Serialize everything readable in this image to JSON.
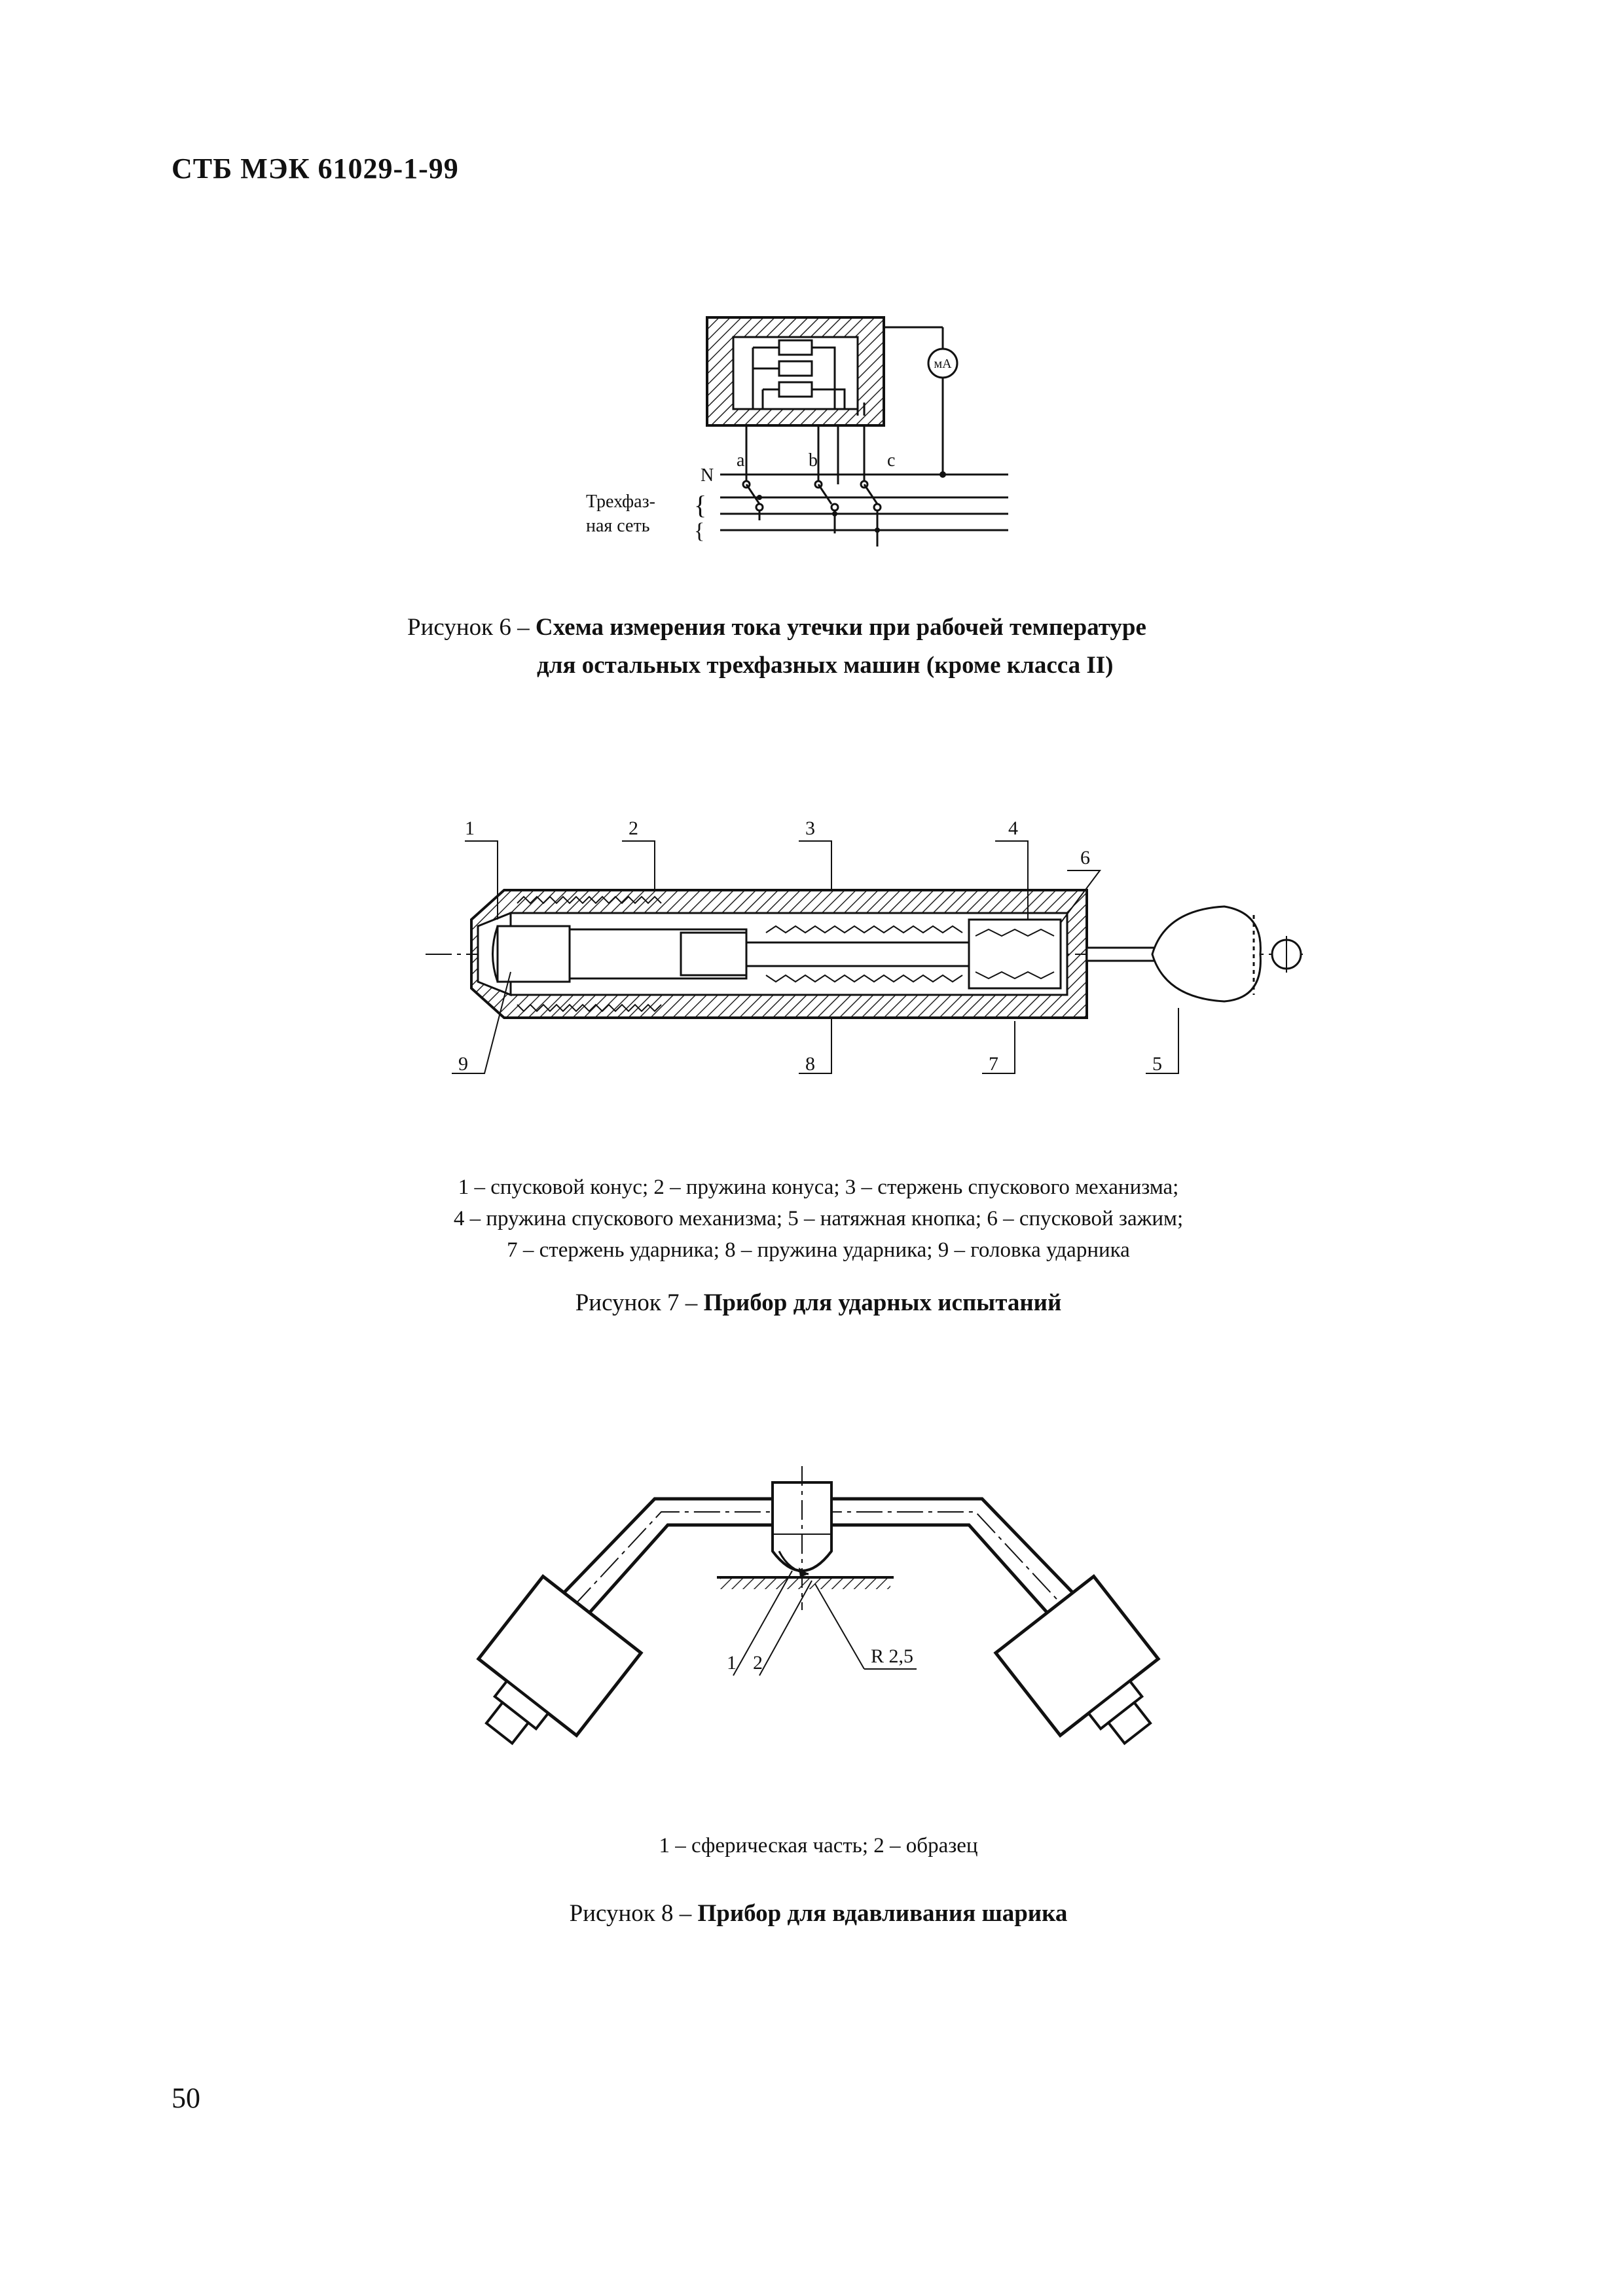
{
  "header": {
    "doc_code": "СТБ МЭК 61029-1-99"
  },
  "figure6": {
    "labels": {
      "milliammeter": "мА",
      "switch_a": "a",
      "switch_b": "b",
      "switch_c": "c",
      "neutral": "N",
      "network_line1": "Трехфаз-",
      "network_line2": "ная сеть"
    },
    "caption_prefix": "Рисунок 6 – ",
    "caption_bold_line1": "Схема измерения тока утечки при рабочей температуре",
    "caption_bold_line2": "для остальных трехфазных машин (кроме класса II)"
  },
  "figure7": {
    "callouts": [
      "1",
      "2",
      "3",
      "4",
      "5",
      "6",
      "7",
      "8",
      "9"
    ],
    "legend_lines": [
      "1 – спусковой конус; 2 – пружина конуса; 3 – стержень спускового механизма;",
      "4 – пружина спускового механизма; 5 – натяжная кнопка; 6 – спусковой зажим;",
      "7 – стержень ударника; 8 – пружина ударника; 9 – головка ударника"
    ],
    "caption_prefix": "Рисунок 7 – ",
    "caption_bold": "Прибор для ударных испытаний"
  },
  "figure8": {
    "callouts": [
      "1",
      "2"
    ],
    "radius_label": "R 2,5",
    "legend": "1 – сферическая часть; 2 – образец",
    "caption_prefix": "Рисунок 8 – ",
    "caption_bold": "Прибор для вдавливания шарика"
  },
  "page_number": "50"
}
